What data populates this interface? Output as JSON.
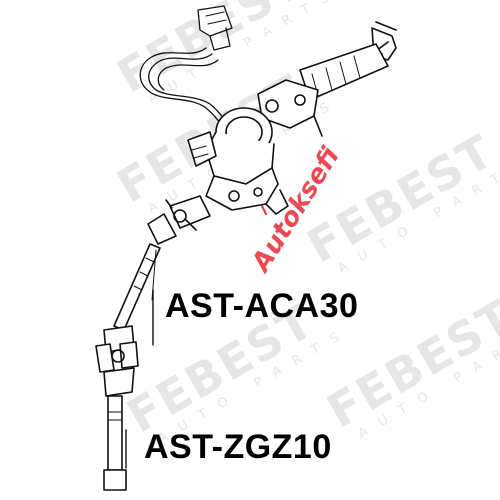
{
  "watermark": {
    "brand": "FEBEST",
    "sub": "AUTO PARTS",
    "color": "#e6e6e6"
  },
  "seal": {
    "text": "Autoksefi",
    "color": "#e8323c"
  },
  "labels": {
    "upper_part": "AST-ACA30",
    "lower_part": "AST-ZGZ10"
  }
}
